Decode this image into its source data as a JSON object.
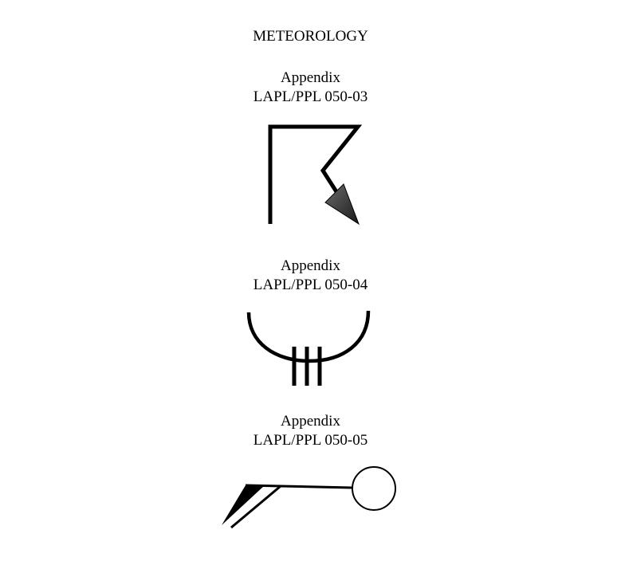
{
  "header": {
    "title": "METEOROLOGY"
  },
  "appendices": [
    {
      "label": "Appendix",
      "code": "LAPL/PPL 050-03",
      "symbol": "thunderstorm-lightning-symbol-icon"
    },
    {
      "label": "Appendix",
      "code": "LAPL/PPL 050-04",
      "symbol": "freezing-fog-symbol-icon"
    },
    {
      "label": "Appendix",
      "code": "LAPL/PPL 050-05",
      "symbol": "wind-barb-station-symbol-icon"
    }
  ],
  "colors": {
    "text": "#000000",
    "background": "#ffffff",
    "arrow_fill": "#3a3a3a"
  }
}
